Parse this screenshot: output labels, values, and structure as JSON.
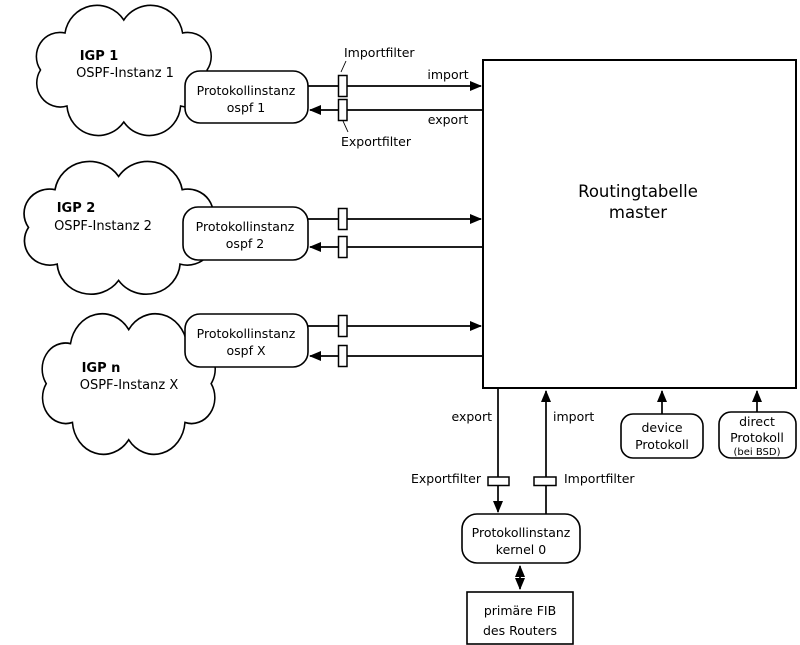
{
  "diagram": {
    "colors": {
      "line": "#000000",
      "shape_fill": "#ffffff",
      "background": "#ffffff"
    },
    "clouds": [
      {
        "title": "IGP 1",
        "subtitle": "OSPF-Instanz 1"
      },
      {
        "title": "IGP 2",
        "subtitle": "OSPF-Instanz 2"
      },
      {
        "title": "IGP n",
        "subtitle": "OSPF-Instanz X"
      }
    ],
    "protocol_instances": [
      {
        "line1": "Protokollinstanz",
        "line2": "ospf 1"
      },
      {
        "line1": "Protokollinstanz",
        "line2": "ospf 2"
      },
      {
        "line1": "Protokollinstanz",
        "line2": "ospf X"
      }
    ],
    "routing_table": {
      "line1": "Routingtabelle",
      "line2": "master"
    },
    "top_labels": {
      "importfilter": "Importfilter",
      "exportfilter": "Exportfilter",
      "import": "import",
      "export": "export"
    },
    "bottom_labels": {
      "export": "export",
      "import": "import",
      "exportfilter": "Exportfilter",
      "importfilter": "Importfilter"
    },
    "kernel_box": {
      "line1": "Protokollinstanz",
      "line2": "kernel 0"
    },
    "device_box": {
      "line1": "device",
      "line2": "Protokoll"
    },
    "direct_box": {
      "line1": "direct",
      "line2": "Protokoll",
      "note": "(bei BSD)"
    },
    "fib_box": {
      "line1": "primäre FIB",
      "line2": "des Routers"
    }
  }
}
